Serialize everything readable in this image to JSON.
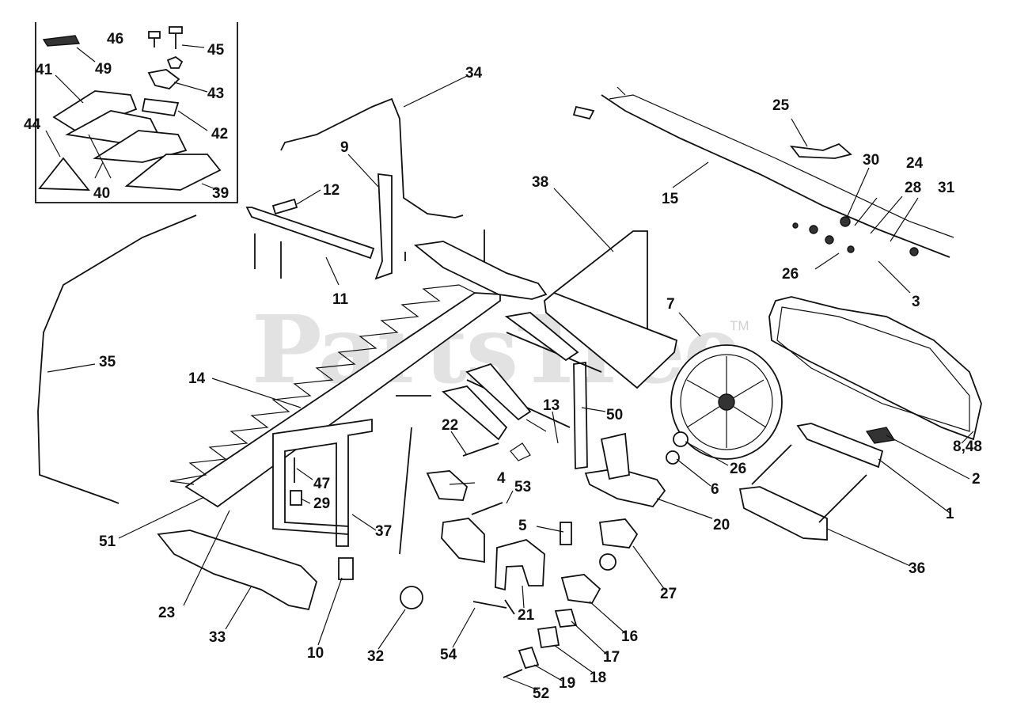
{
  "watermark": {
    "text": "PartsTree",
    "tm": "TM"
  },
  "callouts": [
    "46",
    "45",
    "49",
    "41",
    "43",
    "42",
    "44",
    "40",
    "39",
    "34",
    "9",
    "12",
    "11",
    "25",
    "15",
    "30",
    "24",
    "28",
    "31",
    "26",
    "3",
    "38",
    "7",
    "35",
    "14",
    "50",
    "13",
    "22",
    "8,48",
    "2",
    "1",
    "4",
    "53",
    "47",
    "29",
    "6",
    "26",
    "20",
    "36",
    "51",
    "37",
    "5",
    "27",
    "23",
    "33",
    "10",
    "32",
    "54",
    "21",
    "16",
    "17",
    "18",
    "19",
    "52"
  ]
}
